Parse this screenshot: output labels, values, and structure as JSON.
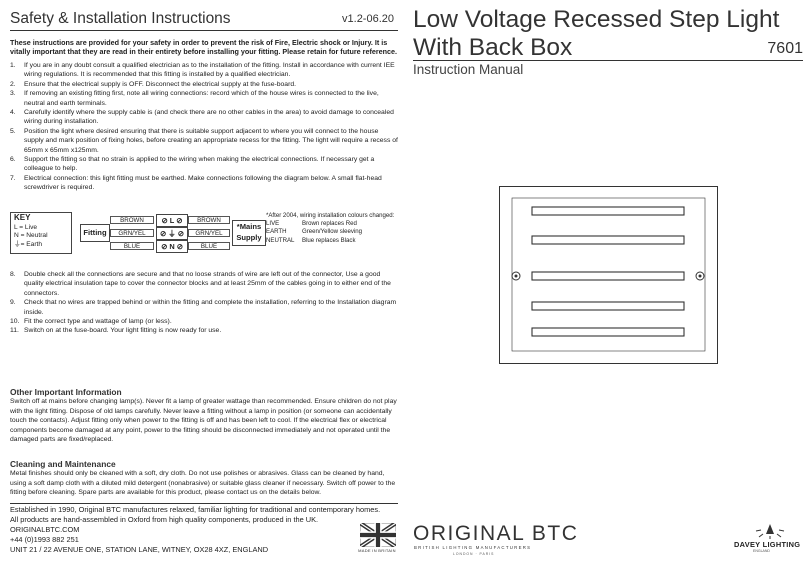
{
  "left": {
    "title": "Safety & Installation Instructions",
    "version": "v1.2-06.20",
    "intro": "These instructions are provided for your safety in order to prevent the risk of Fire, Electric shock or Injury. It is vitally important that they are read in their entirety before installing your fitting. Please retain for future reference.",
    "steps_a": [
      {
        "n": "1.",
        "text": "If you are in any doubt consult a qualified electrician as to the installation of the fitting. Install in accordance with current IEE wiring regulations. It is recommended that this fitting is installed by a qualified electrician."
      },
      {
        "n": "2.",
        "text": "Ensure that the electrical supply is OFF. Disconnect the electrical supply at the fuse-board."
      },
      {
        "n": "3.",
        "text": "If removing an existing fitting first, note all wiring connections: record which of the house wires is connected to the live, neutral and earth terminals."
      },
      {
        "n": "4.",
        "text": "Carefully identify where the supply cable is (and check there are no other cables in the area) to avoid damage to concealed wiring during installation."
      },
      {
        "n": "5.",
        "text": "Position the light where desired ensuring that there is suitable support adjacent to where you will connect to the house supply and mark position of fixing holes, before creating an appropriate recess for the fitting. The light will require a recess of 65mm x 65mm x125mm."
      },
      {
        "n": "6.",
        "text": "Support the fitting so that no strain is applied to the wiring when making the electrical connections. If necessary get a colleague to help."
      },
      {
        "n": "7.",
        "text": "Electrical connection: this light fitting must be earthed. Make connections following the diagram below. A small flat-head screwdriver is required."
      }
    ],
    "steps_b": [
      {
        "n": "8.",
        "text": "Double check all the connections are secure and that no loose strands of wire are left out of the connector, Use a good quality electrical insulation tape to cover the connector blocks and at least 25mm of the cables going in to either end of the connectors."
      },
      {
        "n": "9.",
        "text": "Check that no wires are trapped behind or within the fitting and complete the installation, referring to the Installation diagram inside."
      },
      {
        "n": "10.",
        "text": "Fit the correct type and wattage of lamp (or less)."
      },
      {
        "n": "11.",
        "text": "Switch on at the fuse-board. Your light fitting is now ready for use."
      }
    ],
    "key": {
      "title": "KEY",
      "live": "L = Live",
      "neutral": "N = Neutral",
      "earth": "= Earth",
      "fitting": "Fitting",
      "mains": "*Mains Supply",
      "wires_left": [
        "BROWN",
        "GRN/YEL",
        "BLUE"
      ],
      "wires_right": [
        "BROWN",
        "GRN/YEL",
        "BLUE"
      ],
      "terminals": [
        "L",
        "N"
      ],
      "note_title": "*After 2004, wiring installation colours changed:",
      "note_rows": [
        {
          "k": "LIVE",
          "v": "Brown replaces Red"
        },
        {
          "k": "EARTH",
          "v": "Green/Yellow sleeving"
        },
        {
          "k": "NEUTRAL",
          "v": "Blue replaces Black"
        }
      ]
    },
    "other_title": "Other Important Information",
    "other_text": "Switch off at mains before changing lamp(s). Never fit a lamp of greater wattage than recommended. Ensure children do not play with the light fitting. Dispose of old lamps carefully. Never leave a fitting without a lamp in position (or someone can accidentally touch the contacts). Adjust fitting only when power to the fitting is off and has been left to cool. If the electrical flex or electrical components become damaged at any point, power to the fitting should be disconnected immediately and not operated until the damaged parts are fixed/replaced.",
    "clean_title": "Cleaning and Maintenance",
    "clean_text": "Metal finishes should only be cleaned with a soft, dry cloth. Do not use polishes or abrasives. Glass can be cleaned by hand, using a soft damp cloth with a diluted mild detergent (nonabrasive) or suitable glass cleaner if necessary. Switch off power to the fitting before cleaning. Spare parts are available for this product, please contact us on the details below.",
    "footer": {
      "line1": "Established in 1990, Original BTC manufactures relaxed, familiar lighting for traditional and contemporary homes.",
      "line2": "All products are hand-assembled in Oxford from high quality components, produced in the UK.",
      "web": "ORIGINALBTC.COM",
      "phone": "+44 (0)1993 882 251",
      "address": "UNIT 21 / 22 AVENUE ONE, STATION LANE, WITNEY, OX28 4XZ, ENGLAND"
    }
  },
  "right": {
    "title_line1": "Low Voltage Recessed Step Light",
    "title_line2": "With Back Box",
    "code": "7601",
    "subtitle": "Instruction Manual",
    "made_in": "MADE IN BRITAIN",
    "brand": "ORIGINAL BTC",
    "brand_sub": "BRITISH LIGHTING MANUFACTURERS",
    "brand_sub2": "LONDON · PARIS",
    "davey": "DAVEY LIGHTING",
    "davey_sub": "ENGLAND"
  }
}
